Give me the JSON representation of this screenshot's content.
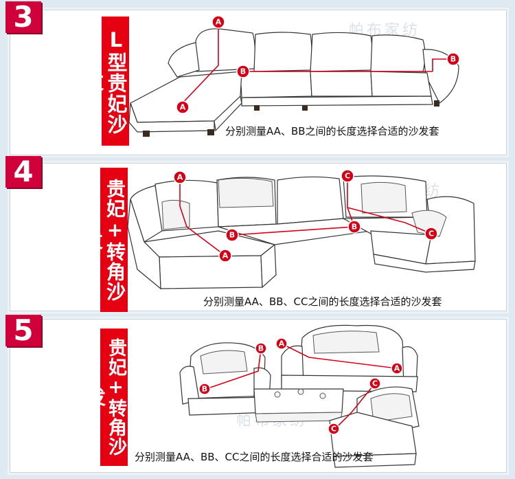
{
  "sections": [
    {
      "number": "3",
      "title": "L型贵妃沙发",
      "caption": "分别测量AA、BB之间的长度选择合适的沙发套",
      "watermark": "帕布家纺",
      "markers": [
        "A",
        "A",
        "B",
        "B"
      ]
    },
    {
      "number": "4",
      "title": "贵妃+转角沙发",
      "caption": "分别测量AA、BB、CC之间的长度选择合适的沙发套",
      "watermark": "帕布家纺",
      "markers": [
        "A",
        "A",
        "B",
        "B",
        "C",
        "C"
      ]
    },
    {
      "number": "5",
      "title": "贵妃+转角沙发",
      "caption": "分别测量AA、BB、CC之间的长度选择合适的沙发套",
      "watermark": "帕布家纺",
      "markers": [
        "A",
        "A",
        "B",
        "B",
        "C",
        "C"
      ]
    }
  ],
  "colors": {
    "badge": "#d0003a",
    "label": "#e50012",
    "marker": "#d40016"
  }
}
